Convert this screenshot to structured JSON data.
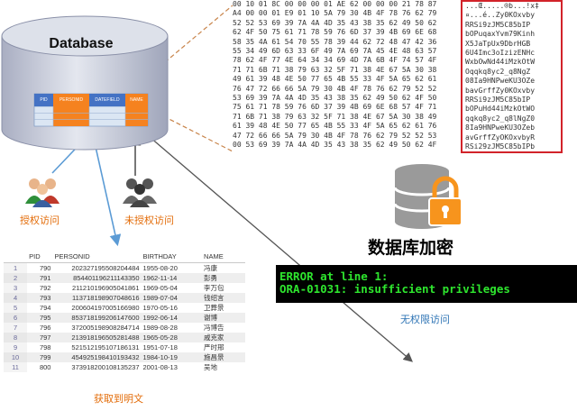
{
  "database": {
    "title": "Database",
    "columns": [
      "PID",
      "PERSONID",
      "DATEFIELD",
      "NAME"
    ]
  },
  "hex_dump_lines": [
    "00 10 01 8C 00 00 00 01 AE 62 00 00 00 21 78 87",
    "A4 00 00 01 E9 01 10 5A 79 30 4B 4F 78 76 62 79",
    "52 52 53 69 39 7A 4A 4D 35 43 38 35 62 49 50 62",
    "62 4F 50 75 61 71 78 59 76 6D 37 39 4B 69 6E 68",
    "58 35 4A 61 54 70 55 78 39 44 62 72 48 47 42 36",
    "55 34 49 6D 63 33 6F 49 7A 69 7A 45 4E 48 63 57",
    "78 62 4F 77 4E 64 34 34 69 4D 7A 6B 4F 74 57 4F",
    "71 71 6B 71 38 79 63 32 5F 71 38 4E 67 5A 30 38",
    "49 61 39 48 4E 50 77 65 4B 55 33 4F 5A 65 62 61",
    "76 47 72 66 66 5A 79 30 4B 4F 78 76 62 79 52 52",
    "53 69 39 7A 4A 4D 35 43 38 35 62 49 50 62 4F 50",
    "75 61 71 78 59 76 6D 37 39 4B 69 6E 68 57 4F 71",
    "71 6B 71 38 79 63 32 5F 71 38 4E 67 5A 30 38 49",
    "61 39 48 4E 50 77 65 4B 55 33 4F 5A 65 62 61 76",
    "47 72 66 66 5A 79 30 4B 4F 78 76 62 79 52 52 53",
    "00 53 69 39 7A 4A 4D 35 43 38 35 62 49 50 62 4F"
  ],
  "encrypted_lines": [
    "...Œ.....®b...!x‡",
    "¤...é..Zy0KOxvby",
    "RRSi9zJM5C85bIP",
    "bOPuqaxYvm79Kinh",
    "X5JaTpUx9DbrHGB",
    "6U4Imc3oIzizENHc",
    "WxbOwNd44iMzkOtW",
    "Oqqkq8yc2_q8NgZ",
    "08Ia9HNPweKU3OZe",
    "bavGrffZy0KOxvby",
    "RRSi9zJM5C85bIP",
    "bOPuHd44iMzkOtWO",
    "qqkq8yc2_q8lNgZ0",
    "8Ia9HNPweKU3OZeb",
    "avGrffZyOKOxvbyR",
    "RSi29zJM5C85bIPb"
  ],
  "labels": {
    "authorized_access": "授权访问",
    "unauthorized_access": "未授权访问",
    "got_plaintext": "获取到明文",
    "no_permission_access": "无权限访问",
    "db_encryption": "数据库加密"
  },
  "terminal": {
    "line1": "ERROR at line 1:",
    "line2": "ORA-01031: insufficient privileges"
  },
  "result_table": {
    "headers": [
      "",
      "PID",
      "PERSONID",
      "BIRTHDAY",
      "NAME"
    ],
    "rows": [
      [
        "1",
        "790",
        "202327195508204484",
        "1955-08-20",
        "冯康"
      ],
      [
        "2",
        "791",
        "854401196211143350",
        "1962-11-14",
        "彭勇"
      ],
      [
        "3",
        "792",
        "211210196905041861",
        "1969-05-04",
        "李万包"
      ],
      [
        "4",
        "793",
        "113718198907048616",
        "1989-07-04",
        "钱绍言"
      ],
      [
        "5",
        "794",
        "200604197005166980",
        "1970-05-16",
        "卫葬景"
      ],
      [
        "6",
        "795",
        "853718199206147600",
        "1992-06-14",
        "谢博"
      ],
      [
        "7",
        "796",
        "372005198908284714",
        "1989-08-28",
        "冯博告"
      ],
      [
        "8",
        "797",
        "213918196505281488",
        "1965-05-28",
        "戚克家"
      ],
      [
        "9",
        "798",
        "521512195107186131",
        "1951-07-18",
        "严时邢"
      ],
      [
        "10",
        "799",
        "454925198410193432",
        "1984-10-19",
        "施昌景"
      ],
      [
        "11",
        "800",
        "373918200108135237",
        "2001-08-13",
        "吴地"
      ]
    ]
  },
  "colors": {
    "table_header_orange": "#f5821f",
    "table_header_blue": "#4472c4",
    "terminal_green": "#2ee52e",
    "highlight_red": "#d2232a",
    "lock_orange": "#f7941d",
    "label_orange": "#e36c09",
    "label_blue": "#2e74b5",
    "arrow_blue": "#5b9bd5"
  },
  "icons": [
    "database-cylinder-icon",
    "authorized-users-icon",
    "unauthorized-users-icon",
    "encrypted-database-lock-icon"
  ]
}
